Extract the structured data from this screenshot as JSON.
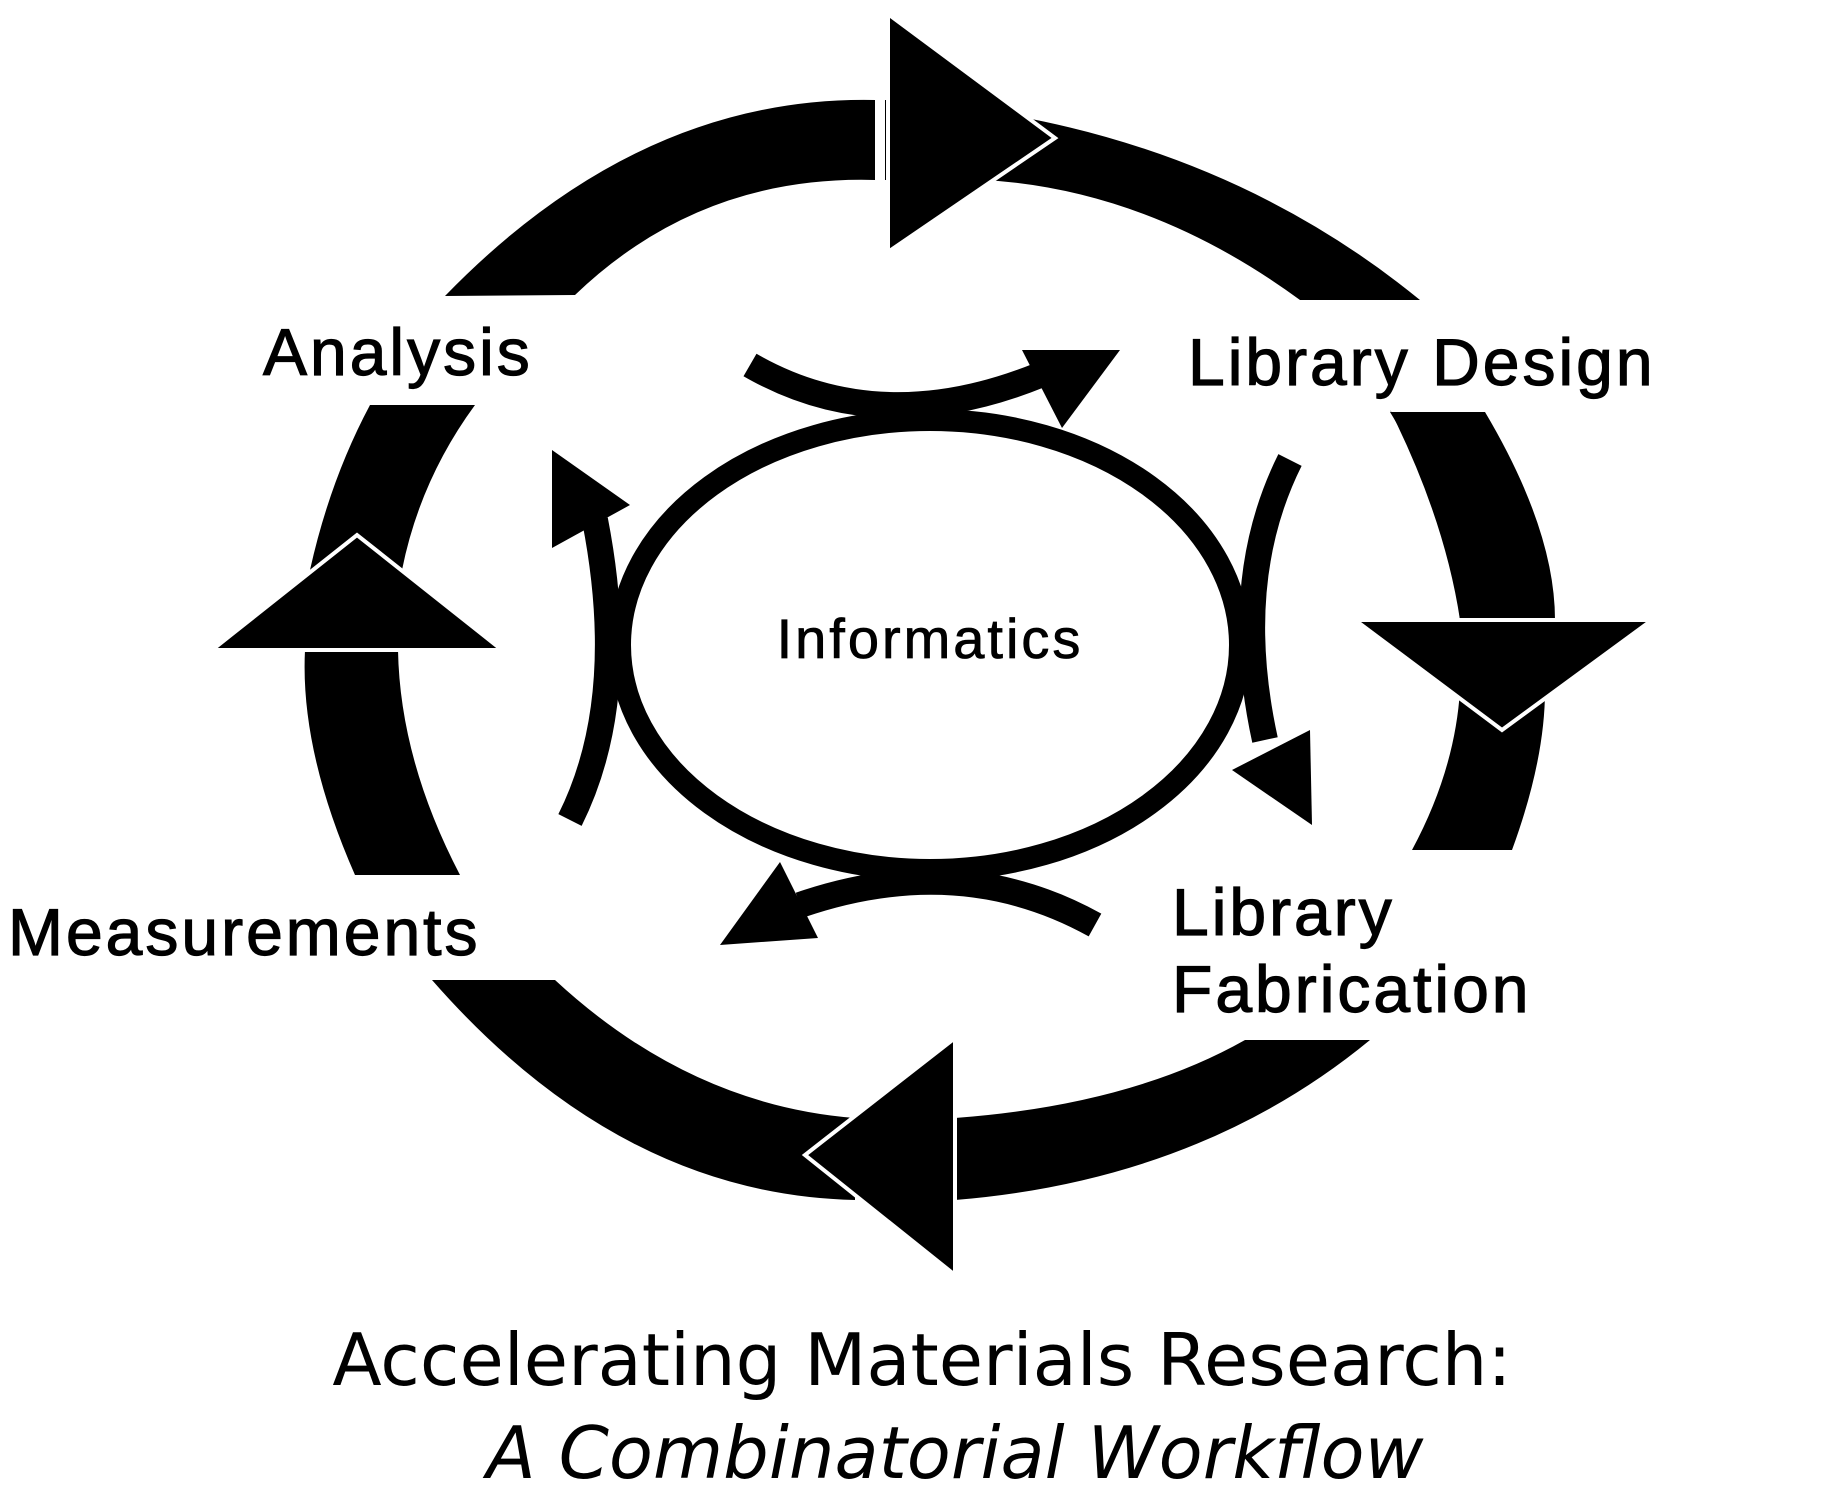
{
  "diagram": {
    "center": "Informatics",
    "stages": {
      "analysis": "Analysis",
      "library_design": "Library Design",
      "library_fabrication_line1": "Library",
      "library_fabrication_line2": "Fabrication",
      "measurements": "Measurements"
    },
    "caption": {
      "line1": "Accelerating Materials Research:",
      "line2": "A Combinatorial Workflow"
    },
    "colors": {
      "ink": "#000000",
      "background": "#ffffff"
    }
  }
}
